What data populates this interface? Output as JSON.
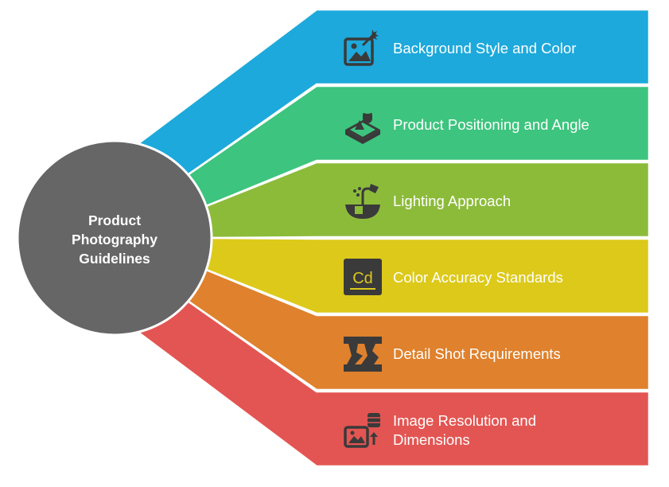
{
  "center": {
    "lines": [
      "Product",
      "Photography",
      "Guidelines"
    ],
    "color": "#666666"
  },
  "items": [
    {
      "label_lines": [
        "Background Style and Color"
      ],
      "color": "#1DA9DB",
      "icon": "image-magic-wand-icon"
    },
    {
      "label_lines": [
        "Product Positioning and Angle"
      ],
      "color": "#3DC47E",
      "icon": "platform-shapes-icon"
    },
    {
      "label_lines": [
        "Lighting Approach"
      ],
      "color": "#8CBB3A",
      "icon": "lamp-bowl-icon"
    },
    {
      "label_lines": [
        "Color Accuracy Standards"
      ],
      "color": "#DDC91A",
      "icon": "cd-badge-icon",
      "icon_text": "Cd"
    },
    {
      "label_lines": [
        "Detail Shot Requirements"
      ],
      "color": "#DF812D",
      "icon": "texture-blocks-icon"
    },
    {
      "label_lines": [
        "Image Resolution and",
        "Dimensions"
      ],
      "color": "#E35552",
      "icon": "image-database-icon"
    }
  ]
}
